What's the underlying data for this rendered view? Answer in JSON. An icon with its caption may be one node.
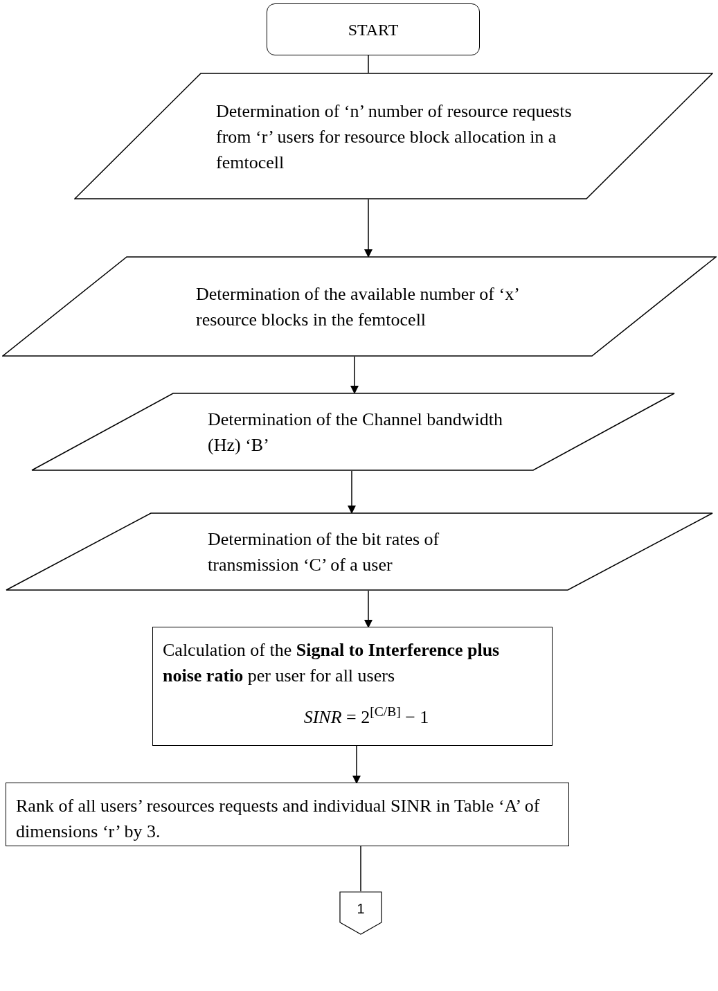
{
  "diagram": {
    "nodes": [
      {
        "text": [
          "START"
        ]
      },
      {
        "text": [
          "Determination of ‘n’ number of resource requests from ‘r’ users for resource block allocation in a femtocell"
        ]
      },
      {
        "text": [
          "Determination of the available number of ‘x’ resource blocks in the femtocell"
        ]
      },
      {
        "text": [
          "Determination of the Channel bandwidth (Hz)  ‘B’"
        ]
      },
      {
        "text": [
          "Determination of the bit rates of transmission ‘C’ of a user"
        ]
      },
      {
        "text": [
          "Calculation of the **Signal to Interference plus noise ratio** per user for all users",
          "*SINR* =  2$^{[C/B]}$ − 1"
        ]
      },
      {
        "text": [
          "Rank of all users’ resources requests and individual SINR in Table ‘A’ of dimensions ‘r’ by 3."
        ]
      },
      {
        "text": [
          "1"
        ]
      }
    ],
    "edges": [
      {
        "from": 0,
        "to": 1,
        "arrow": "none"
      },
      {
        "from": 1,
        "to": 2,
        "arrow": "to"
      },
      {
        "from": 2,
        "to": 3,
        "arrow": "to"
      },
      {
        "from": 3,
        "to": 4,
        "arrow": "to"
      },
      {
        "from": 4,
        "to": 5,
        "arrow": "to"
      },
      {
        "from": 5,
        "to": 6,
        "arrow": "to"
      },
      {
        "from": 6,
        "to": 7,
        "arrow": "none"
      }
    ]
  }
}
